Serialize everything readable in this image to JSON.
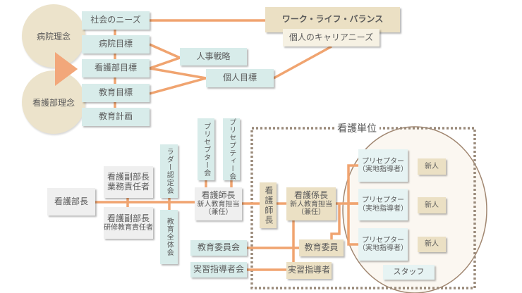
{
  "top": {
    "philosophies": {
      "hospital": "病院理念",
      "nursing_dept": "看護部理念"
    },
    "goal_stack": {
      "social_needs": "社会のニーズ",
      "hospital_goal": "病院目標",
      "nursing_goal": "看護部目標",
      "education_goal": "教育目標",
      "education_plan": "教育計画"
    },
    "hr_strategy": "人事戦略",
    "personal_goal": "個人目標",
    "work_life_balance": "ワーク・ライフ・バランス",
    "career_needs": "個人のキャリアニーズ"
  },
  "org": {
    "director": "看護部長",
    "deputy_ops": {
      "line1": "看護副部長",
      "line2": "業務責任者"
    },
    "deputy_training": {
      "line1": "看護副部長",
      "line2": "研修教育責任者"
    },
    "ladder_committee": "ラダー認定会",
    "education_assembly": "教育全体会",
    "preceptor_meeting": "プリセプター会",
    "preceptee_meeting": "プリセプティー会",
    "head_nurse_edu": {
      "line1": "看護師長",
      "line2": "新人教育担当",
      "line3": "（兼任）"
    },
    "education_committee": "教育委員会",
    "clinical_instructor_meeting": "実習指導者会"
  },
  "unit": {
    "label": "看護単位",
    "head_nurse": "看護師長",
    "chief_nurse": {
      "line1": "看護係長",
      "line2": "新人教育担当",
      "line3": "（兼任）"
    },
    "education_member": "教育委員",
    "clinical_instructor": "実習指導者",
    "preceptors": [
      {
        "line1": "プリセプター",
        "line2": "（実地指導者）",
        "newcomer": "新人"
      },
      {
        "line1": "プリセプター",
        "line2": "（実地指導者）",
        "newcomer": "新人"
      },
      {
        "line1": "プリセプター",
        "line2": "（実地指導者）",
        "newcomer": "新人"
      }
    ],
    "staff": "スタッフ"
  },
  "colors": {
    "connector": "#f0a470",
    "teal_box": "#d8ecea",
    "gray_box": "#efefef",
    "tan_box": "#ebe0c4",
    "circle": "#ece3cb",
    "frame": "#9a8a7a"
  }
}
